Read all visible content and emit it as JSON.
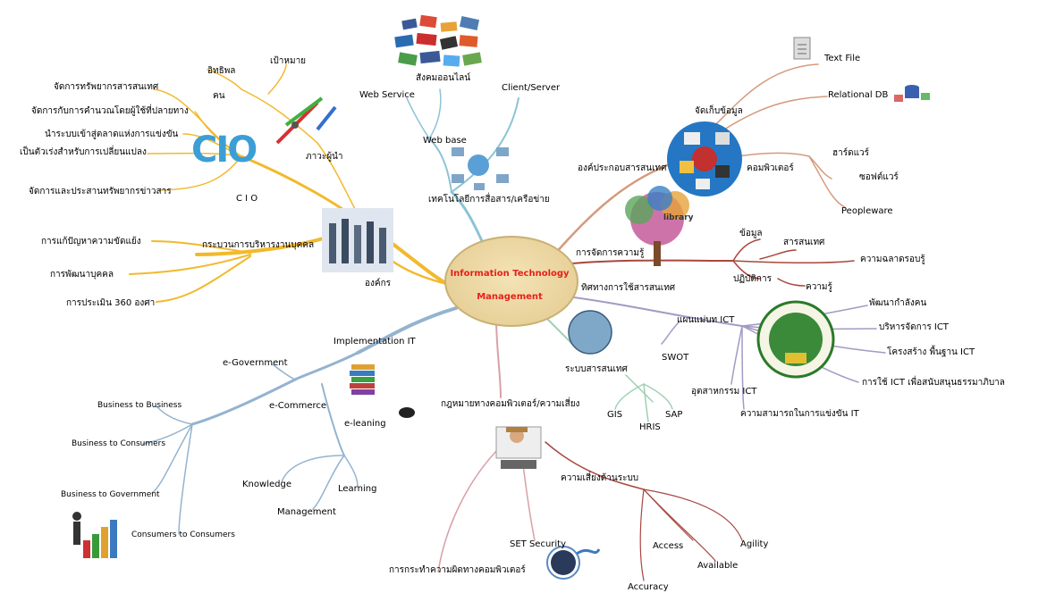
{
  "center": {
    "line1": "Information Technology",
    "line2": "Management"
  },
  "cio": {
    "logo": "CIO",
    "label": "C I O",
    "items": [
      "จัดการทรัพยากรสารสนเทศ",
      "จัดการกับการคำนวณโดยผู้ใช้ที่ปลายทาง",
      "นำระบบเข้าสู่ตลาดแห่งการแข่งขัน",
      "เป็นตัวเร่งสำหรับการเปลี่ยนแปลง",
      "จัดการและประสานทรัพยากรข่าวสาร"
    ],
    "leadership": "ภาวะผู้นำ",
    "influence": "อิทธิพล",
    "people": "คน",
    "goal": "เป้าหมาย"
  },
  "org": {
    "label": "องค์กร",
    "hr": "กระบวนการบริหารงานบุคคล",
    "items": [
      "การแก้ปัญหาความขัดแย้ง",
      "การพัฒนาบุคคล",
      "การประเมิน 360 องศา"
    ]
  },
  "tech": {
    "label": "เทคโนโลยีการสื่อสาร/เครือข่าย",
    "web_base": "Web  base",
    "web_service": "Web  Service",
    "client_server": "Client/Server",
    "social": "สังคมออนไลน์"
  },
  "info": {
    "label": "องค์ประกอบสารสนเทศ",
    "storage": "จัดเก็บข้อมูล",
    "text_file": "Text File",
    "rdb": "Relational DB",
    "computer": "คอมพิวเตอร์",
    "hardware": "ฮาร์ดแวร์",
    "software": "ซอฟต์แวร์",
    "peopleware": "Peopleware"
  },
  "km": {
    "label": "การจัดการความรู้",
    "data": "ข้อมูล",
    "information": "สารสนเทศ",
    "wisdom": "ความฉลาดรอบรู้",
    "practice": "ปฏิบัติการ",
    "knowledge": "ความรู้",
    "tree_word": "library"
  },
  "direction": {
    "label": "ทิศทางการใช้สารสนเทศ",
    "plan": "แผนแม่บท ICT",
    "swot": "SWOT",
    "items": [
      "พัฒนากำลังคน",
      "บริหารจัดการ ICT",
      "โครงสร้าง  พื้นฐาน ICT",
      "การใช้ ICT เพื่อสนับสนุนธรรมาภิบาล"
    ],
    "industry": "อุตสาหกรรม ICT",
    "compete": "ความสามารถในการแข่งขัน IT"
  },
  "is": {
    "label": "ระบบสารสนเทศ",
    "gis": "GIS",
    "hris": "HRIS",
    "sap": "SAP"
  },
  "law": {
    "label": "กฎหมายทางคอมพิวเตอร์/ความเสี่ยง",
    "risk": "ความเสี่ยงด้านระบบ",
    "access": "Access",
    "agility": "Agility",
    "available": "Available",
    "accuracy": "Accuracy",
    "security": "SET Security",
    "crime": "การกระทำความผิดทางคอมพิวเตอร์"
  },
  "impl": {
    "label": "Implementation IT",
    "egov": "e-Government",
    "ecom": "e-Commerce",
    "elearn": "e-leaning",
    "b2b": "Business to Business",
    "b2c": "Business to Consumers",
    "b2g": "Business to Government",
    "c2c": "Consumers to Consumers",
    "knowledge": "Knowledge",
    "management": "Management",
    "learning": "Learning"
  },
  "colors": {
    "yellow": "#f2b92c",
    "blue": "#94b3cf",
    "brown": "#d49a7c",
    "purple": "#a39ac4",
    "darkred": "#b25a5a",
    "green": "#9fcfb4",
    "teal": "#7fb2c8"
  }
}
